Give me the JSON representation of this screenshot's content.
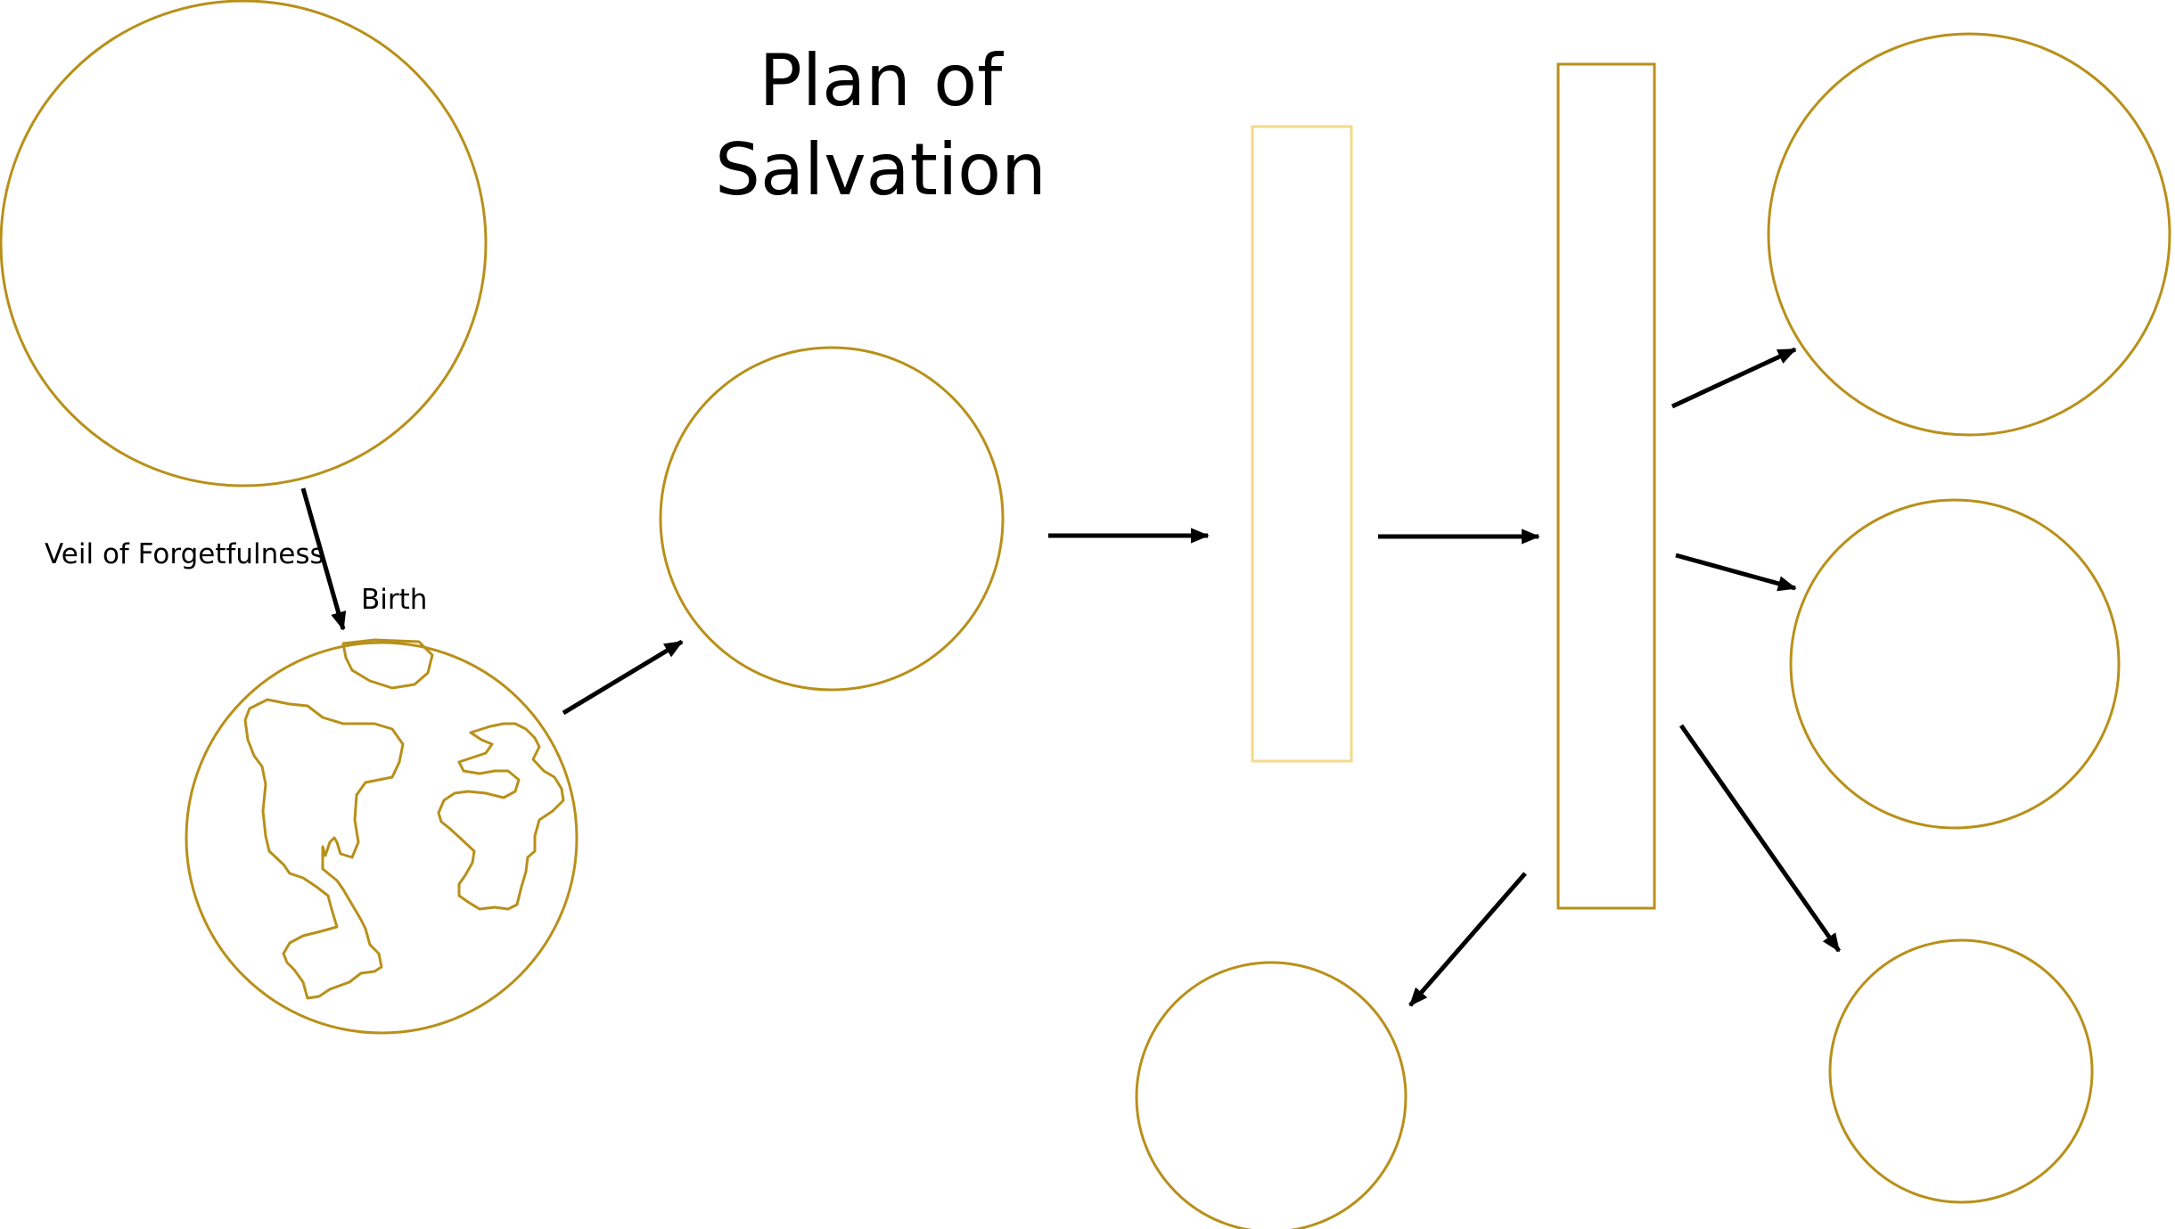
{
  "title": {
    "line1": "Plan of",
    "line2": "Salvation"
  },
  "labels": {
    "veil": "Veil of Forgetfulness",
    "birth": "Birth"
  },
  "colors": {
    "background": "#ffffff",
    "outline": "#B8901A",
    "outline_light": "#F2DA8A",
    "arrow": "#000000",
    "text": "#000000"
  },
  "icons": {
    "earth": "earth-globe-icon"
  }
}
